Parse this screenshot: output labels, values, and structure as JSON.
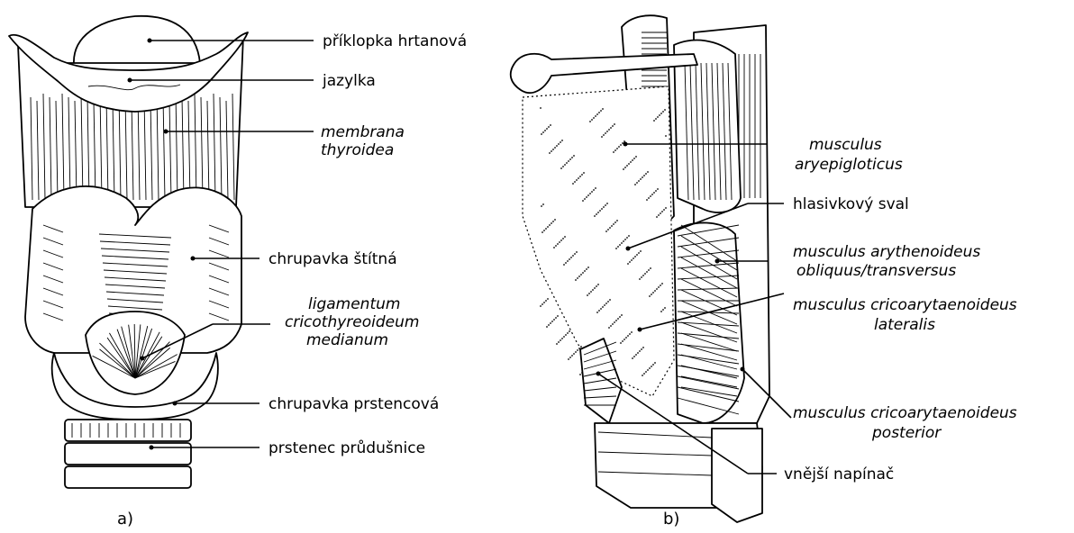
{
  "panel_a": {
    "caption": "a)",
    "labels": {
      "epiglottis": "příklopka hrtanová",
      "hyoid": "jazylka",
      "membrana_1": "membrana",
      "membrana_2": "thyroidea",
      "thyroid_cartilage": "chrupavka štítná",
      "ligamentum_1": "ligamentum",
      "ligamentum_2": "cricothyreoideum",
      "ligamentum_3": "medianum",
      "cricoid_cartilage": "chrupavka prstencová",
      "tracheal_ring": "prstenec průdušnice"
    }
  },
  "panel_b": {
    "caption": "b)",
    "labels": {
      "aryepiglotticus_1": "musculus",
      "aryepiglotticus_2": "aryepigloticus",
      "vocal_muscle": "hlasivkový sval",
      "arytenoideus_1": "musculus arythenoideus",
      "arytenoideus_2": "obliquus/transversus",
      "crico_lat_1": "musculus cricoarytaenoideus",
      "crico_lat_2": "lateralis",
      "crico_post_1": "musculus cricoarytaenoideus",
      "crico_post_2": "posterior",
      "external_tensor": "vnější napínač"
    }
  }
}
